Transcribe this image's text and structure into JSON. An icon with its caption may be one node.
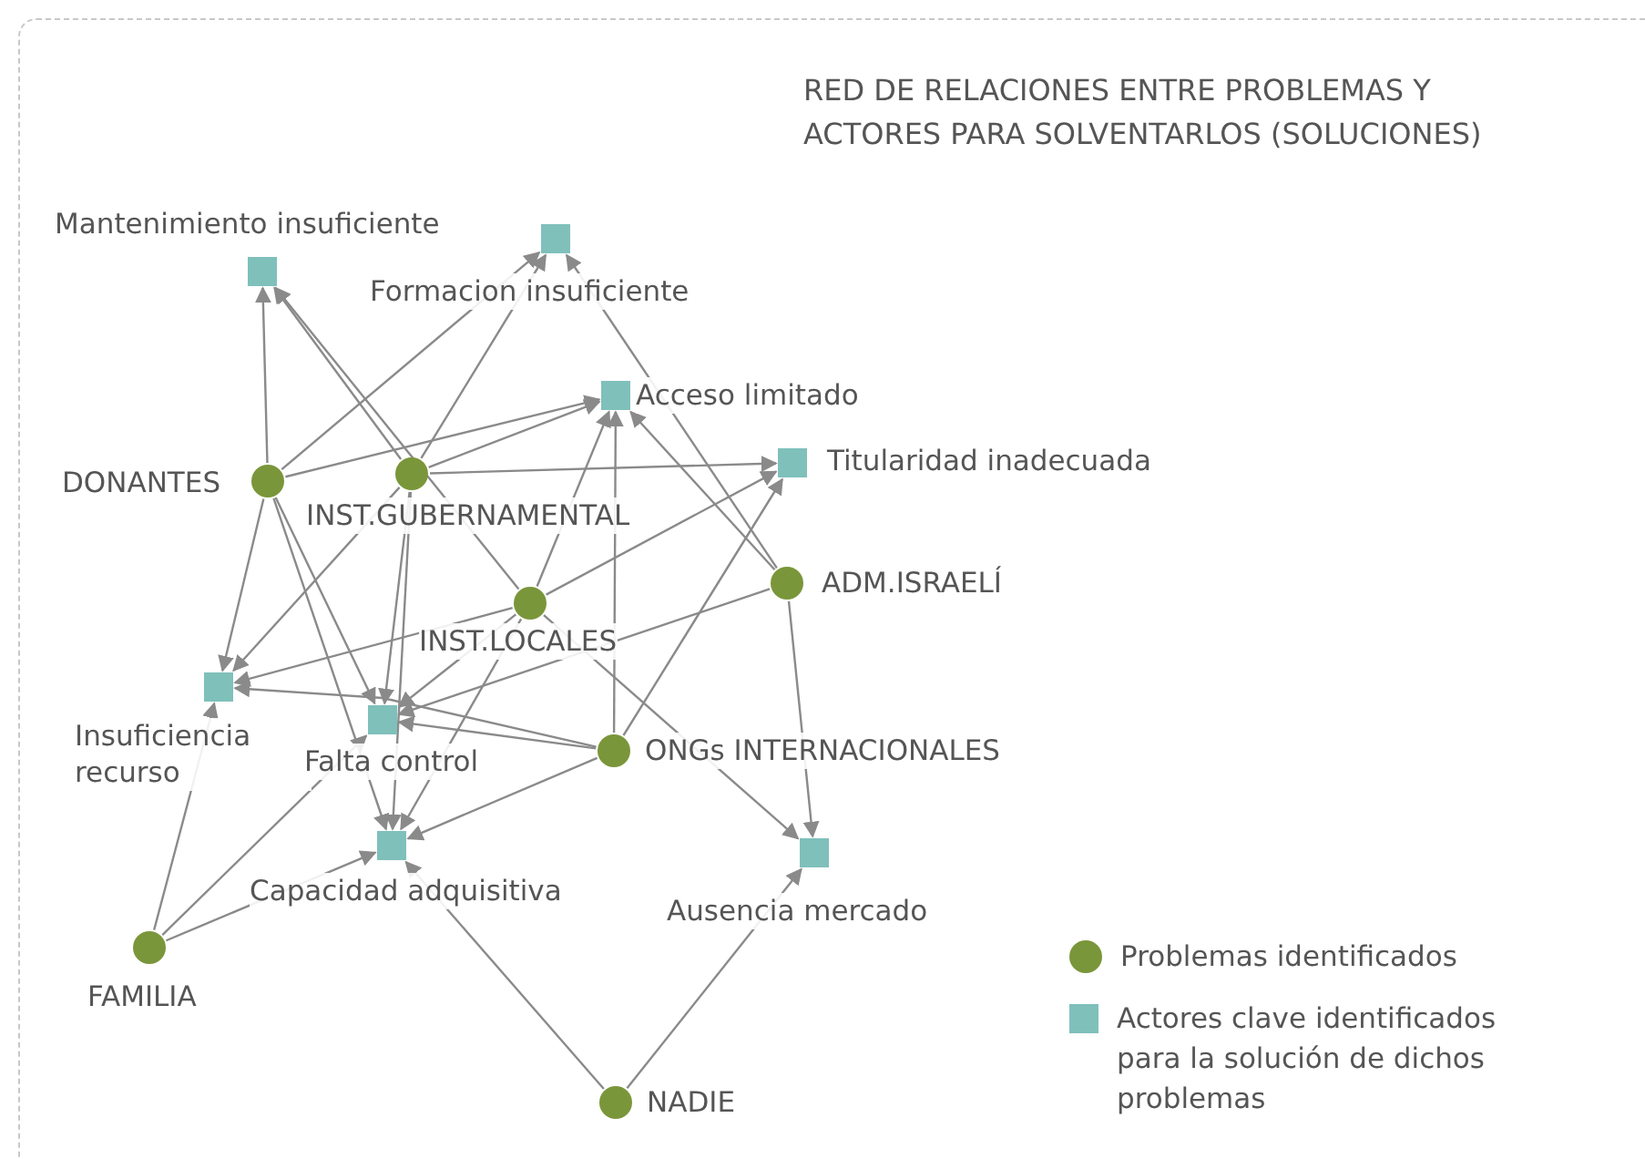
{
  "diagram": {
    "title": "RED DE RELACIONES ENTRE PROBLEMAS Y ACTORES PARA SOLVENTARLOS (SOLUCIONES)",
    "nodes": [
      {
        "text": [
          "Mantenimiento insuficiente"
        ]
      },
      {
        "text": [
          "Formacion insuficiente"
        ]
      },
      {
        "text": [
          "Acceso limitado"
        ]
      },
      {
        "text": [
          "Titularidad inadecuada"
        ]
      },
      {
        "text": [
          "DONANTES"
        ]
      },
      {
        "text": [
          "INST.GUBERNAMENTAL"
        ]
      },
      {
        "text": [
          "INST.LOCALES"
        ]
      },
      {
        "text": [
          "ADM.ISRAELÍ"
        ]
      },
      {
        "text": [
          "Insuficiencia recurso"
        ]
      },
      {
        "text": [
          "Falta control"
        ]
      },
      {
        "text": [
          "ONGs INTERNACIONALES"
        ]
      },
      {
        "text": [
          "Capacidad adquisitiva"
        ]
      },
      {
        "text": [
          "Ausencia mercado"
        ]
      },
      {
        "text": [
          "FAMILIA"
        ]
      },
      {
        "text": [
          "NADIE"
        ]
      }
    ],
    "edges": [
      {
        "from": 4,
        "to": 0,
        "arrow": "to"
      },
      {
        "from": 5,
        "to": 0,
        "arrow": "to"
      },
      {
        "from": 6,
        "to": 0,
        "arrow": "to"
      },
      {
        "from": 4,
        "to": 1,
        "arrow": "to"
      },
      {
        "from": 5,
        "to": 1,
        "arrow": "to"
      },
      {
        "from": 7,
        "to": 1,
        "arrow": "to"
      },
      {
        "from": 4,
        "to": 2,
        "arrow": "to"
      },
      {
        "from": 5,
        "to": 2,
        "arrow": "to"
      },
      {
        "from": 6,
        "to": 2,
        "arrow": "to"
      },
      {
        "from": 10,
        "to": 2,
        "arrow": "to"
      },
      {
        "from": 7,
        "to": 2,
        "arrow": "to"
      },
      {
        "from": 5,
        "to": 3,
        "arrow": "to"
      },
      {
        "from": 6,
        "to": 3,
        "arrow": "to"
      },
      {
        "from": 10,
        "to": 3,
        "arrow": "to"
      },
      {
        "from": 4,
        "to": 8,
        "arrow": "to"
      },
      {
        "from": 5,
        "to": 8,
        "arrow": "to"
      },
      {
        "from": 6,
        "to": 8,
        "arrow": "to"
      },
      {
        "from": 10,
        "to": 8,
        "arrow": "to"
      },
      {
        "from": 13,
        "to": 8,
        "arrow": "to"
      },
      {
        "from": 4,
        "to": 9,
        "arrow": "to"
      },
      {
        "from": 5,
        "to": 9,
        "arrow": "to"
      },
      {
        "from": 6,
        "to": 9,
        "arrow": "to"
      },
      {
        "from": 7,
        "to": 9,
        "arrow": "to"
      },
      {
        "from": 10,
        "to": 9,
        "arrow": "to"
      },
      {
        "from": 13,
        "to": 9,
        "arrow": "to"
      },
      {
        "from": 4,
        "to": 11,
        "arrow": "to"
      },
      {
        "from": 5,
        "to": 11,
        "arrow": "to"
      },
      {
        "from": 6,
        "to": 11,
        "arrow": "to"
      },
      {
        "from": 10,
        "to": 11,
        "arrow": "to"
      },
      {
        "from": 13,
        "to": 11,
        "arrow": "to"
      },
      {
        "from": 14,
        "to": 11,
        "arrow": "to"
      },
      {
        "from": 6,
        "to": 12,
        "arrow": "to"
      },
      {
        "from": 7,
        "to": 12,
        "arrow": "to"
      },
      {
        "from": 14,
        "to": 12,
        "arrow": "to"
      }
    ],
    "legend": [
      {
        "text": "Problemas identificados",
        "color": "#7a963a"
      },
      {
        "text": "Actores clave identificados para la solución de dichos problemas",
        "color": "#7fc0bb"
      }
    ]
  }
}
